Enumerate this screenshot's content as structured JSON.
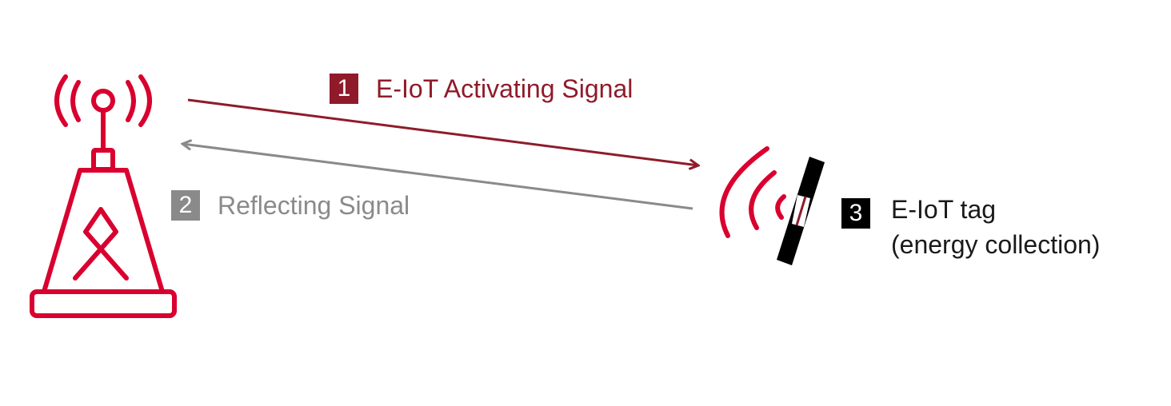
{
  "colors": {
    "brand_red": "#d9002f",
    "activating": "#8f1b2a",
    "reflecting": "#8a8a8a",
    "tag_body": "#000000",
    "text_dark": "#1a1a1a"
  },
  "nodes": {
    "tower": {
      "icon": "antenna-tower-icon"
    },
    "tag": {
      "icon": "e-iot-tag-icon"
    }
  },
  "signals": {
    "activating": {
      "number": "1",
      "label": "E-IoT Activating Signal"
    },
    "reflecting": {
      "number": "2",
      "label": "Reflecting Signal"
    }
  },
  "tag_label": {
    "number": "3",
    "line1": "E-IoT tag",
    "line2": "(energy collection)"
  }
}
